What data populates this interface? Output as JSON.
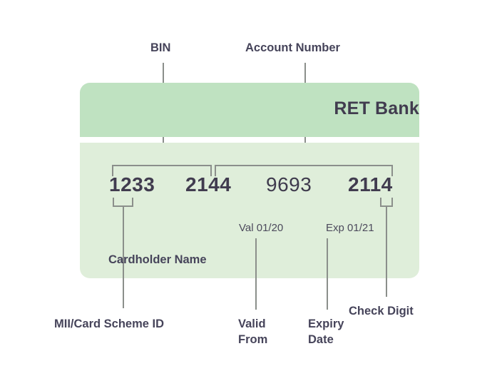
{
  "diagram": {
    "title_labels_top": [
      {
        "name": "bin",
        "text": "BIN"
      },
      {
        "name": "account-number",
        "text": "Account Number"
      }
    ],
    "card": {
      "bank_name": "RET Bank",
      "brand_color_band": "#BFE2C1",
      "brand_color_body": "#DFEEDA",
      "text_color": "#413C4F",
      "line_color": "#8B8F8B",
      "number_groups": [
        {
          "value": "1233",
          "weight": "bold"
        },
        {
          "value": "2144",
          "weight": "bold"
        },
        {
          "value": "9693",
          "weight": "normal"
        },
        {
          "value": "2114",
          "weight": "bold"
        }
      ],
      "valid_from": "Val 01/20",
      "expiry": "Exp 01/21",
      "cardholder_name": "Cardholder Name"
    },
    "labels_bottom": [
      {
        "name": "mii-card-scheme-id",
        "text": "MII/Card Scheme ID"
      },
      {
        "name": "valid-from",
        "text": "Valid\nFrom"
      },
      {
        "name": "expiry-date",
        "text": "Expiry\nDate"
      },
      {
        "name": "check-digit",
        "text": "Check Digit"
      }
    ]
  }
}
